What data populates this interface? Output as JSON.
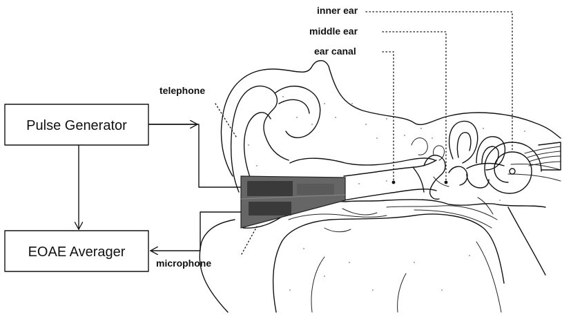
{
  "blocks": {
    "pulse_generator": "Pulse Generator",
    "eoae_averager": "EOAE Averager"
  },
  "labels": {
    "telephone": "telephone",
    "microphone": "microphone",
    "inner_ear": "inner ear",
    "middle_ear": "middle ear",
    "ear_canal": "ear canal"
  },
  "colors": {
    "ink": "#111111",
    "probe": "#666666",
    "probe_dark": "#333333"
  }
}
